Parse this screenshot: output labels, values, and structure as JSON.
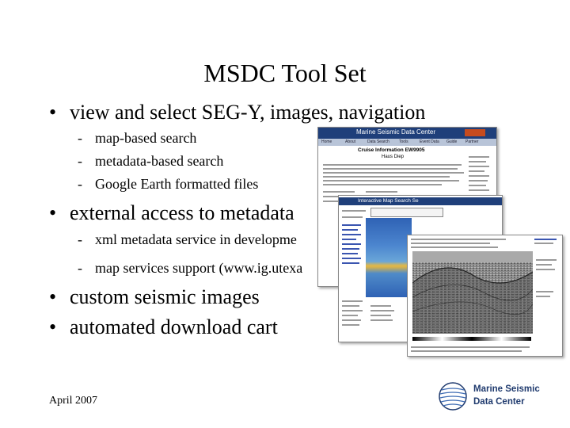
{
  "slide": {
    "title": "MSDC Tool Set",
    "bullets": [
      {
        "text": "view and select SEG-Y, images, navigation",
        "subs": [
          "map-based search",
          "metadata-based search",
          "Google Earth formatted files"
        ]
      },
      {
        "text": "external access to metadata",
        "subs": [
          "xml metadata service in developme",
          "map services support (www.ig.utexa"
        ]
      },
      {
        "text": "custom seismic images",
        "subs": []
      },
      {
        "text": "automated download cart",
        "subs": []
      }
    ],
    "bullet_glyph": "•",
    "dash_glyph": "-",
    "footer": "April 2007",
    "logo": {
      "line1": "Marine Seismic",
      "line2": "Data Center"
    }
  },
  "screenshots": {
    "cruise_page": {
      "site_title": "Marine Seismic Data Center",
      "heading": "Cruise Information EW9905",
      "subheading": "Haus Diep",
      "nav": [
        "Home",
        "About",
        "Data Search",
        "Tools",
        "Event Data",
        "Guide",
        "Partner"
      ]
    },
    "map_search": {
      "heading": "Interactive Map Search Se"
    }
  },
  "colors": {
    "banner": "#1f3f7a",
    "nav_bar": "#b8c4d8",
    "logo_blue": "#1f3a6e"
  }
}
